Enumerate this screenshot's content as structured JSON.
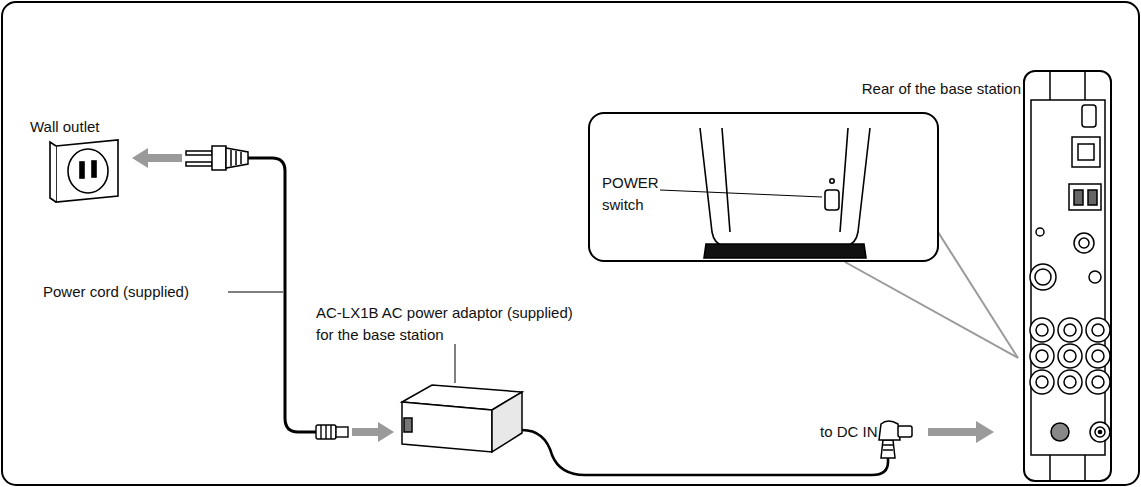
{
  "diagram": {
    "nodes": [
      {
        "text": [
          "Rear of the base station"
        ]
      },
      {
        "text": [
          "POWER switch"
        ]
      }
    ],
    "labels": [
      "Wall outlet",
      "Power cord (supplied)",
      "AC-LX1B AC power adaptor (supplied) for the base station",
      "to DC IN"
    ]
  }
}
